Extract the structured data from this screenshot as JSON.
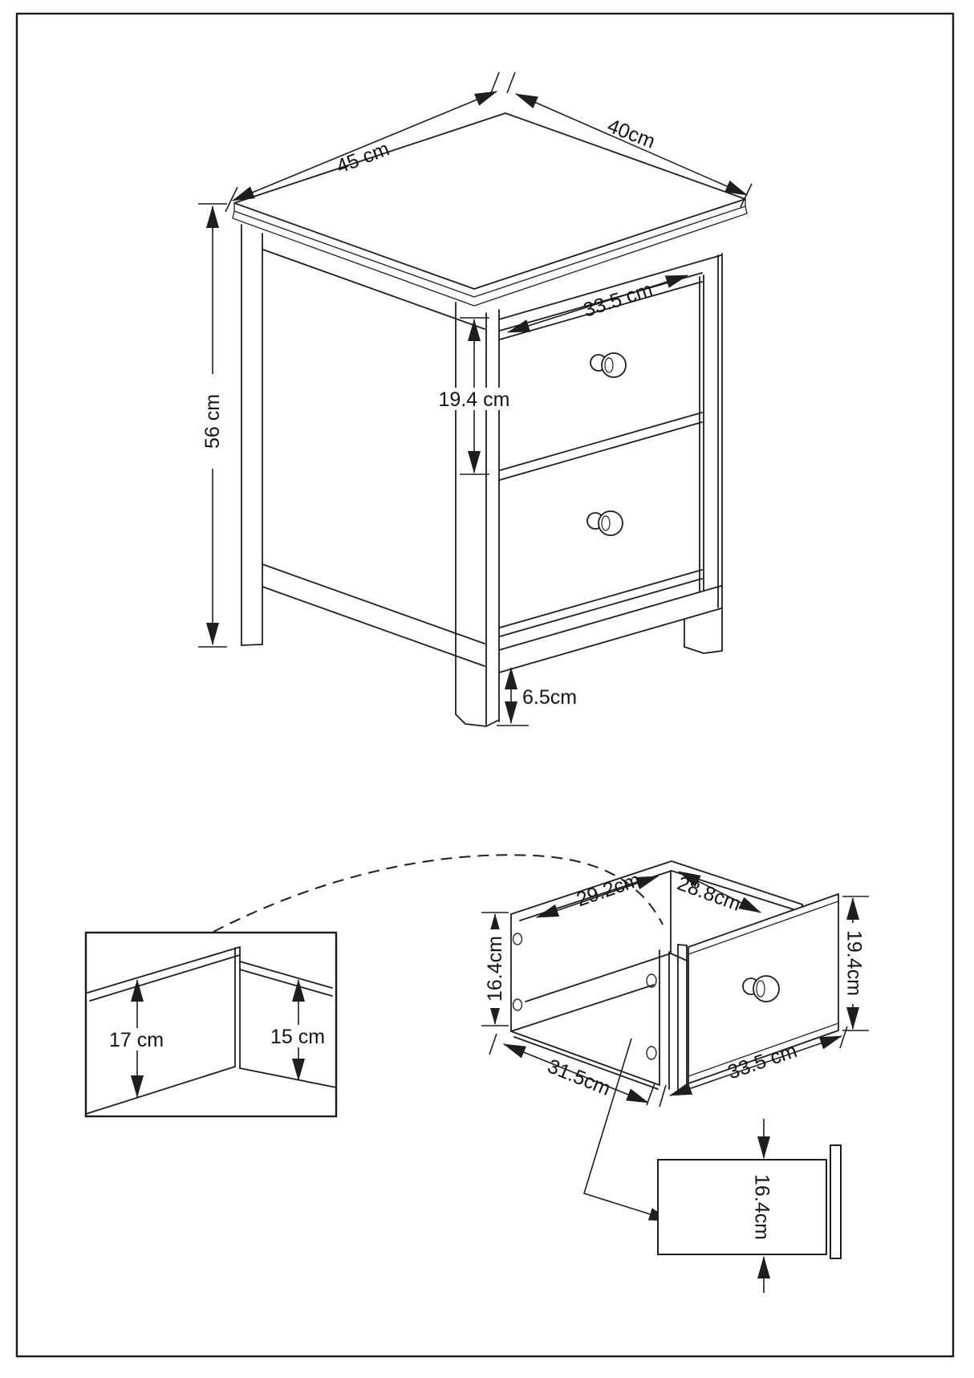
{
  "figure_nightstand": {
    "top_edge_left": "45 cm",
    "top_edge_right": "40cm",
    "overall_height": "56 cm",
    "drawer_width": "33.5 cm",
    "drawer_front_height": "19.4 cm",
    "foot_clearance": "6.5cm"
  },
  "corner_detail": {
    "back_panel_height": "17 cm",
    "side_panel_height": "15 cm"
  },
  "drawer_detail": {
    "inner_depth": "29.2cm",
    "inner_width": "28.8cm",
    "side_panel_height": "16.4cm",
    "front_panel_height": "19.4cm",
    "box_front_width": "31.5cm",
    "front_panel_width": "33.5 cm"
  },
  "bottom_panel_detail": {
    "panel_height": "16.4cm"
  }
}
